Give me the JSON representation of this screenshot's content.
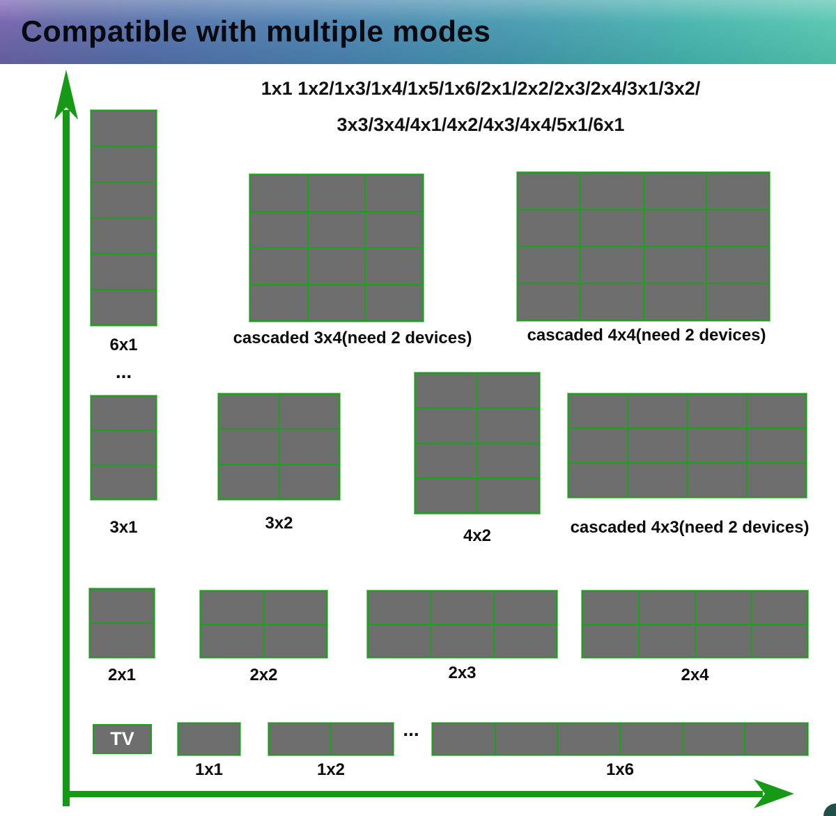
{
  "header": {
    "title": "Compatible with multiple modes"
  },
  "modes_list": {
    "line1": "1x1 1x2/1x3/1x4/1x5/1x6/2x1/2x2/2x3/2x4/3x1/3x2/",
    "line2": "3x3/3x4/4x1/4x2/4x3/4x4/5x1/6x1"
  },
  "colors": {
    "cell_gray": "#6e6e6e",
    "grid_green": "#1aa31a",
    "axis_green": "#169a16"
  },
  "tv": {
    "label": "TV"
  },
  "ellipsis_vertical": "...",
  "ellipsis_horizontal": "...",
  "grids": [
    {
      "name": "6x1",
      "label": "6x1",
      "rows": 6,
      "cols": 1
    },
    {
      "name": "cascaded-3x4",
      "label": "cascaded 3x4(need 2 devices)",
      "rows": 4,
      "cols": 3
    },
    {
      "name": "cascaded-4x4",
      "label": "cascaded 4x4(need 2 devices)",
      "rows": 4,
      "cols": 4
    },
    {
      "name": "3x1",
      "label": "3x1",
      "rows": 3,
      "cols": 1
    },
    {
      "name": "3x2",
      "label": "3x2",
      "rows": 3,
      "cols": 2
    },
    {
      "name": "4x2",
      "label": "4x2",
      "rows": 4,
      "cols": 2
    },
    {
      "name": "cascaded-4x3",
      "label": "cascaded 4x3(need 2 devices)",
      "rows": 3,
      "cols": 4
    },
    {
      "name": "2x1",
      "label": "2x1",
      "rows": 2,
      "cols": 1
    },
    {
      "name": "2x2",
      "label": "2x2",
      "rows": 2,
      "cols": 2
    },
    {
      "name": "2x3",
      "label": "2x3",
      "rows": 2,
      "cols": 3
    },
    {
      "name": "2x4",
      "label": "2x4",
      "rows": 2,
      "cols": 4
    },
    {
      "name": "1x1",
      "label": "1x1",
      "rows": 1,
      "cols": 1
    },
    {
      "name": "1x2",
      "label": "1x2",
      "rows": 1,
      "cols": 2
    },
    {
      "name": "1x6",
      "label": "1x6",
      "rows": 1,
      "cols": 6
    }
  ]
}
